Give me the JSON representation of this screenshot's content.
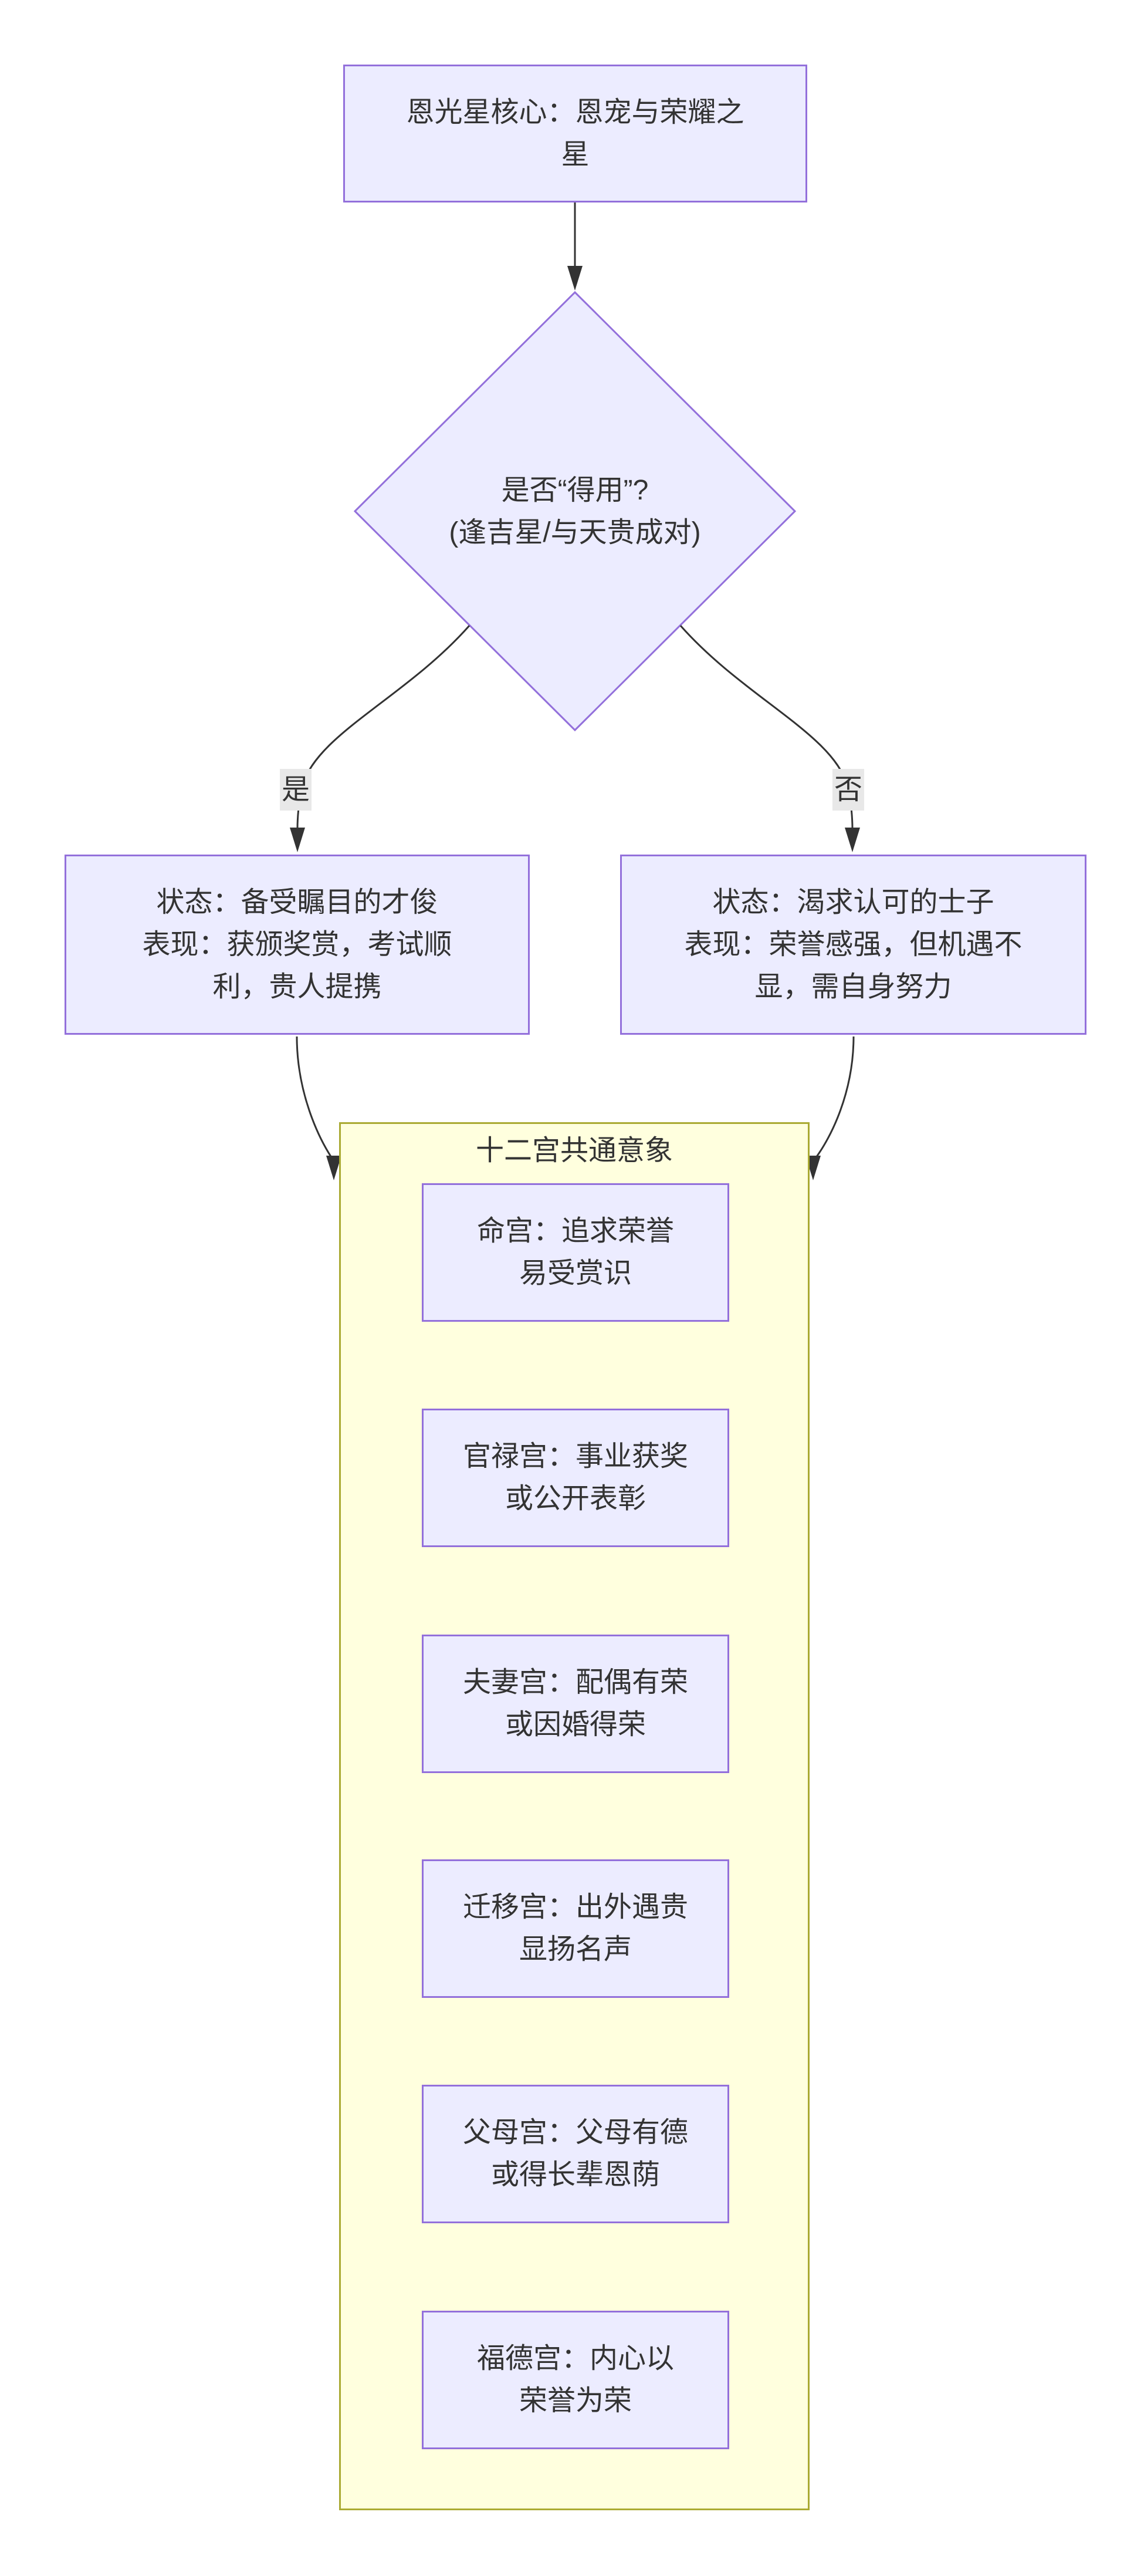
{
  "flowchart": {
    "nodes": {
      "core": {
        "line1": "恩光星核心：恩宠与荣耀之",
        "line2": "星"
      },
      "decision": {
        "line1": "是否“得用”?",
        "line2": "(逢吉星/与天贵成对)"
      },
      "yes_node": {
        "line1": "状态：备受瞩目的才俊",
        "line2": "表现：获颁奖赏，考试顺",
        "line3": "利，贵人提携"
      },
      "no_node": {
        "line1": "状态：渴求认可的士子",
        "line2": "表现：荣誉感强，但机遇不",
        "line3": "显，需自身努力"
      }
    },
    "edge_labels": {
      "yes": "是",
      "no": "否"
    },
    "subgraph": {
      "title": "十二宫共通意象",
      "palaces": [
        {
          "line1": "命宫：追求荣誉",
          "line2": "易受赏识"
        },
        {
          "line1": "官禄宫：事业获奖",
          "line2": "或公开表彰"
        },
        {
          "line1": "夫妻宫：配偶有荣",
          "line2": "或因婚得荣"
        },
        {
          "line1": "迁移宫：出外遇贵",
          "line2": "显扬名声"
        },
        {
          "line1": "父母宫：父母有德",
          "line2": "或得长辈恩荫"
        },
        {
          "line1": "福德宫：内心以",
          "line2": "荣誉为荣"
        }
      ]
    },
    "colors": {
      "background": "#FFFFFF",
      "node_fill": "#ECECFF",
      "node_border": "#9370DB",
      "cluster_fill": "#FFFFDE",
      "cluster_border": "#AAAA33",
      "edge": "#333333",
      "label_bg": "#E8E8E8",
      "text": "#333333"
    }
  }
}
